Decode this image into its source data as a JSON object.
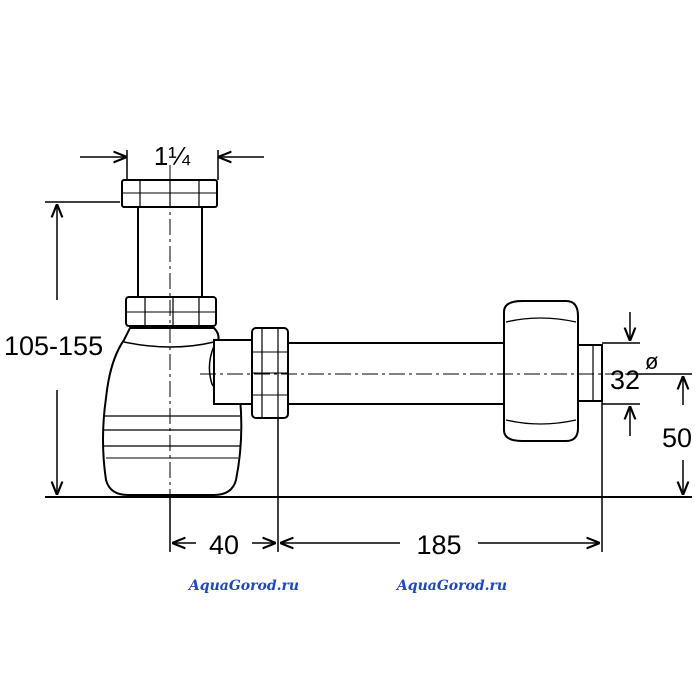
{
  "dimensions": {
    "inlet_thread": "1¼",
    "height_range": "105-155",
    "offset_trap": "40",
    "outlet_length": "185",
    "outlet_diameter": "32",
    "diameter_symbol": "ø",
    "outlet_height": "50"
  },
  "watermarks": [
    "AquaGorod.ru",
    "AquaGorod.ru"
  ],
  "colors": {
    "line": "#000000",
    "watermark": "#1e46c8",
    "background": "#ffffff"
  }
}
